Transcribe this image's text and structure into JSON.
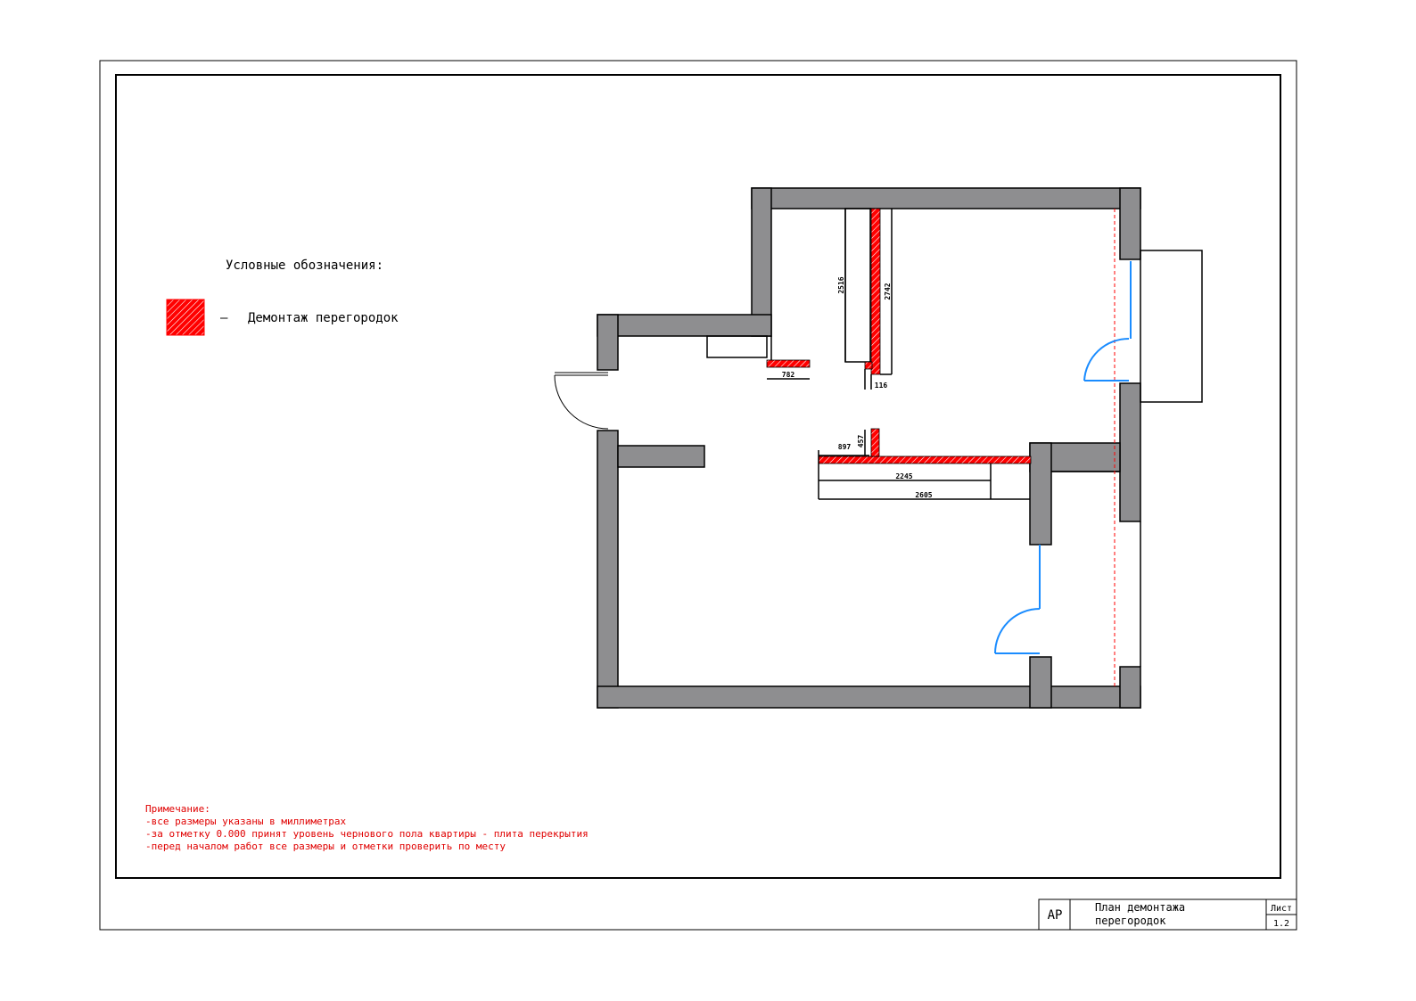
{
  "legend": {
    "title": "Условные обозначения:",
    "items": [
      {
        "dash": "–",
        "label": "Демонтаж перегородок",
        "color": "#ff0000"
      }
    ]
  },
  "dimensions": {
    "d1": "2516",
    "d2": "2742",
    "d3": "116",
    "d4": "782",
    "d5": "897",
    "d6": "457",
    "d7": "2245",
    "d8": "2605"
  },
  "notes": {
    "title": "Примечание:",
    "lines": [
      "-все размеры указаны в миллиметрах",
      "-за отметку 0.000 принят уровень чернового пола квартиры - плита перекрытия",
      "-перед началом работ все размеры и отметки проверить по месту"
    ],
    "color": "#e00000"
  },
  "title_block": {
    "code": "АР",
    "title_line1": "План демонтажа",
    "title_line2": "перегородок",
    "sheet_label": "Лист",
    "sheet_number": "1.2"
  },
  "colors": {
    "wall": "#8e8e90",
    "demolition": "#ff0000",
    "window": "#1a8cff"
  }
}
